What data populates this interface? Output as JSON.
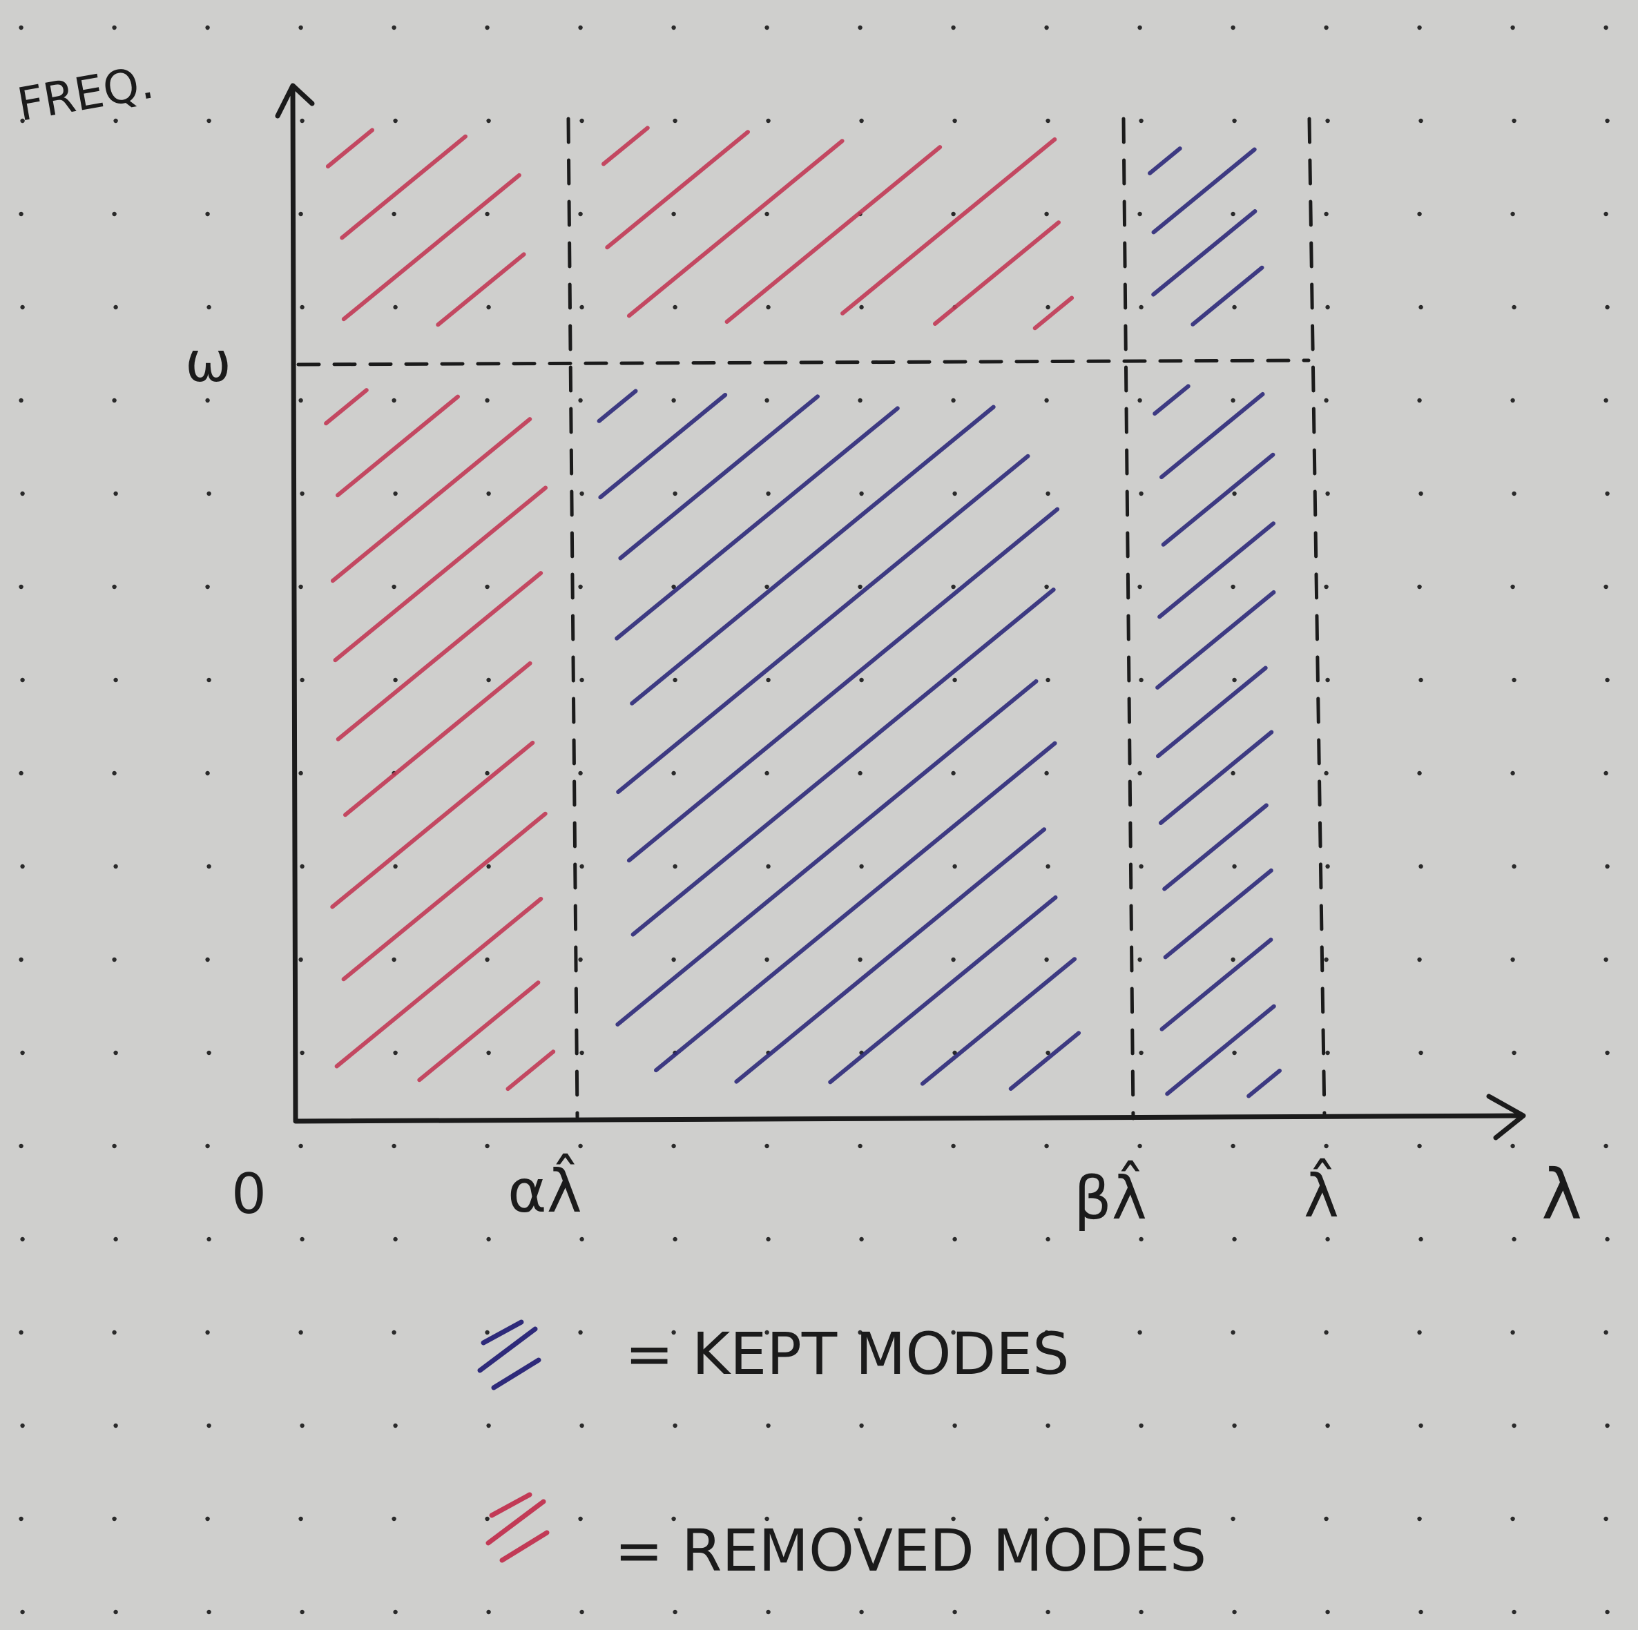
{
  "axes": {
    "y_label": "FREQ.",
    "x_label": "λ",
    "origin_label": "0",
    "omega_label": "ω",
    "alpha_label": "αλ̂",
    "beta_label": "βλ̂",
    "lambda_hat_label": "λ̂"
  },
  "legend": {
    "kept_text": "= KEPT MODES",
    "removed_text": "= REMOVED MODES"
  },
  "colors": {
    "paper": "#cfcfcd",
    "ink": "#1b1b1b",
    "kept": "#2e2a7a",
    "removed": "#c23a56"
  },
  "regions": [
    {
      "name": "low-lambda-high-freq",
      "mode": "removed"
    },
    {
      "name": "mid-lambda-high-freq",
      "mode": "removed"
    },
    {
      "name": "high-lambda-high-freq",
      "mode": "kept"
    },
    {
      "name": "low-lambda-low-freq",
      "mode": "removed"
    },
    {
      "name": "mid-lambda-low-freq",
      "mode": "kept"
    },
    {
      "name": "high-lambda-low-freq",
      "mode": "kept"
    }
  ]
}
